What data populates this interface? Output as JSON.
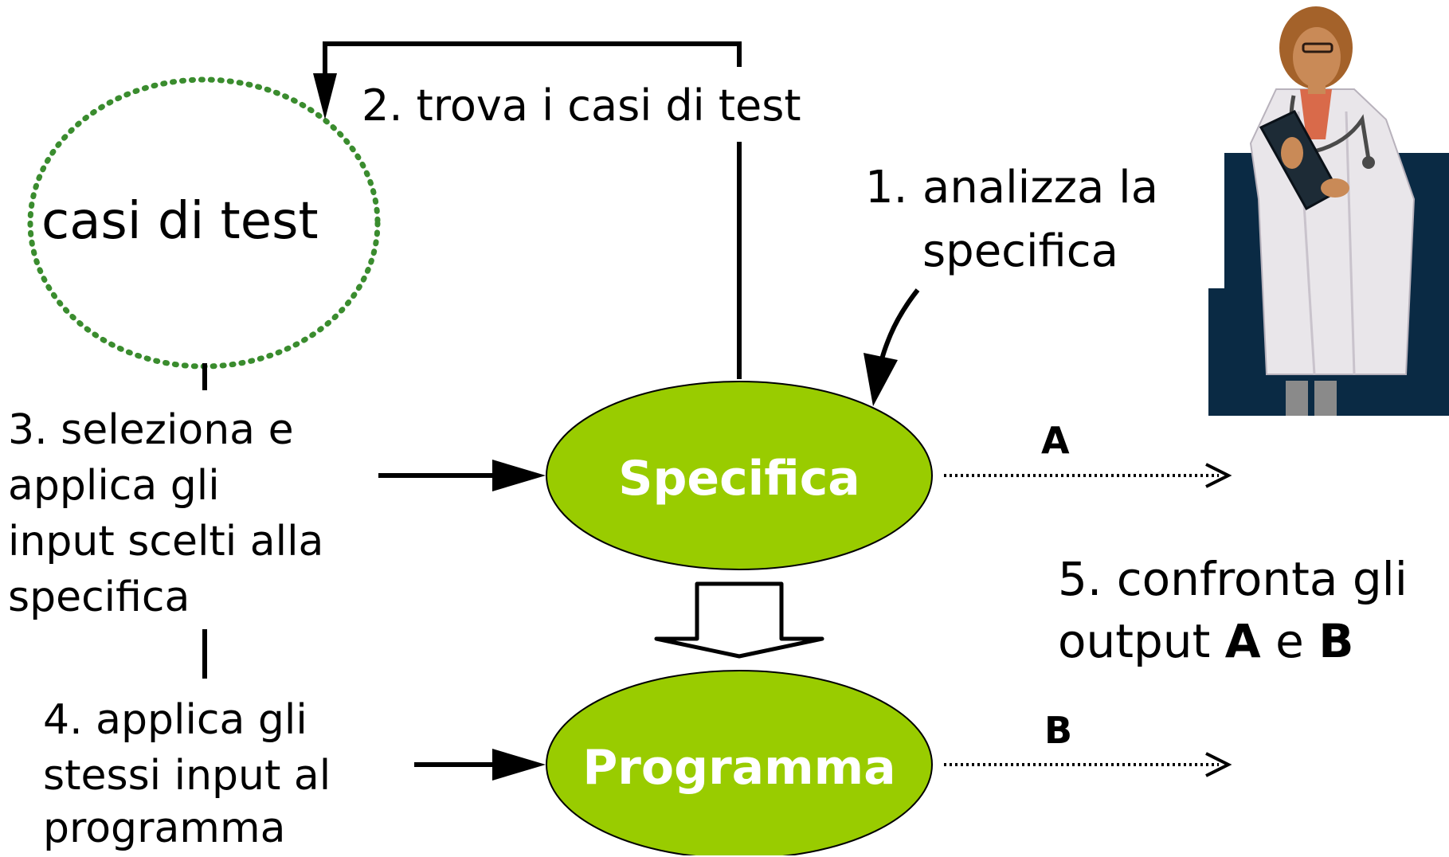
{
  "test_cases": {
    "label": "casi di test"
  },
  "steps": {
    "step1": {
      "number": "1.",
      "line1": "analizza la",
      "line2": "specifica"
    },
    "step2": {
      "text": "2. trova i casi di test"
    },
    "step3": {
      "lines": [
        "3. seleziona e",
        "applica gli",
        "input scelti alla",
        "specifica"
      ]
    },
    "step4": {
      "lines": [
        "4. applica gli",
        "stessi input al",
        "programma"
      ]
    },
    "step5": {
      "line1": "5. confronta gli",
      "line2_prefix": "output ",
      "a": "A",
      "mid": " e ",
      "b": "B"
    }
  },
  "nodes": {
    "spec": "Specifica",
    "program": "Programma"
  },
  "outputs": {
    "a": "A",
    "b": "B"
  },
  "colors": {
    "node_fill": "#99cc00",
    "dotted_green": "#3a8c2e",
    "backdrop": "#0a2a44"
  },
  "icons": {
    "figure": "doctor-with-clipboard-icon"
  }
}
